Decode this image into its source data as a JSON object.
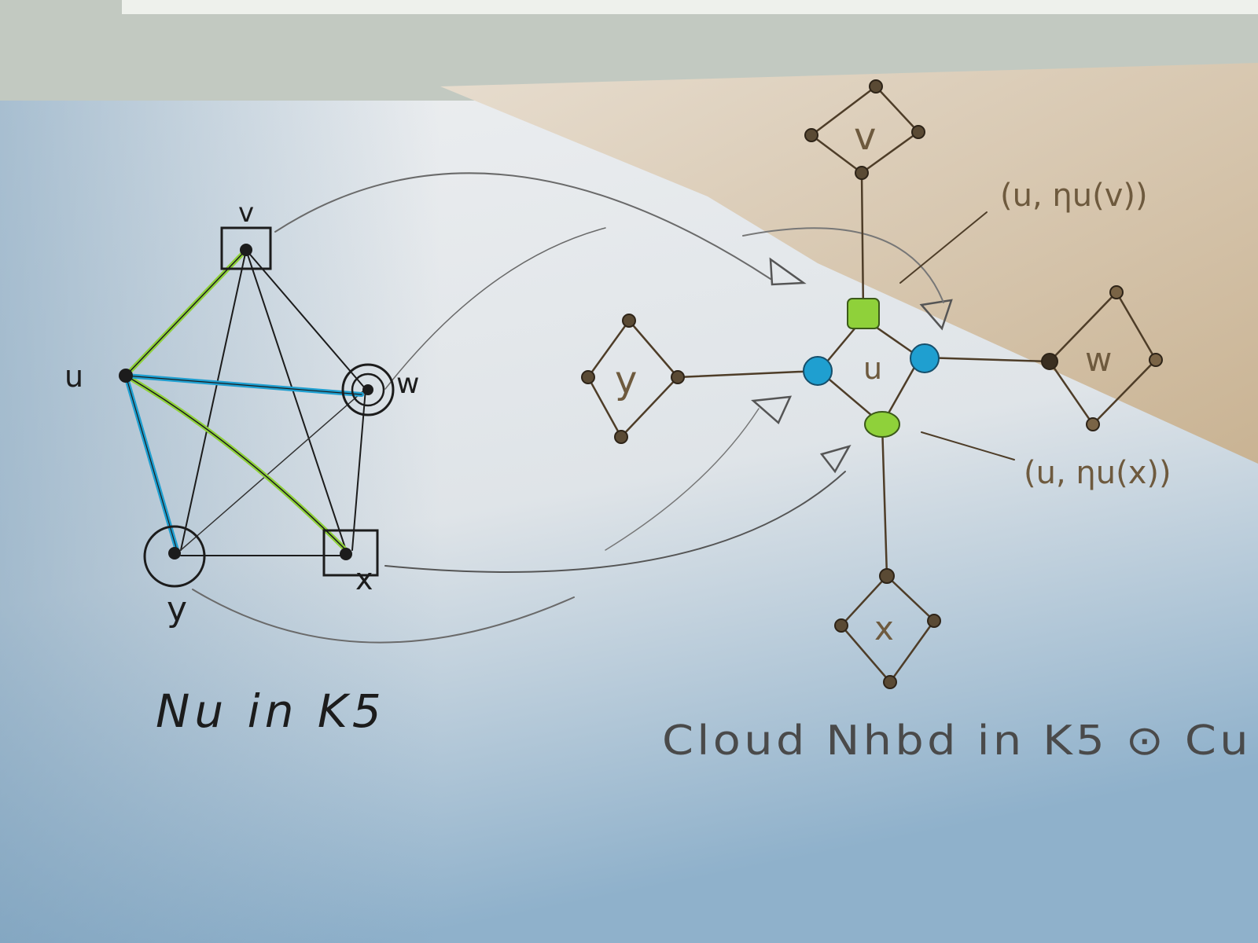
{
  "colors": {
    "paper": "#e4e7ea",
    "paper_shadow": "#7fa3bf",
    "beige_sheet": "#d9c7ae",
    "ink": "#1c1c1c",
    "brown_ink": "#5e4a32",
    "pencil": "#5a5a5a",
    "green_highlight": "#8fd13a",
    "blue_highlight": "#1f9fd0"
  },
  "left_graph": {
    "labels": {
      "v": "v",
      "u": "u",
      "w": "w",
      "y": "y",
      "x": "x"
    },
    "caption": "Nu in K5"
  },
  "right_graph": {
    "center_label": "u",
    "clouds": {
      "v": "v",
      "w": "w",
      "x": "x",
      "y": "y"
    },
    "annotation_top": "(u, ηu(v))",
    "annotation_bottom": "(u, ηu(x))",
    "caption": "Cloud Nhbd in K5 ⊙ Cu"
  }
}
